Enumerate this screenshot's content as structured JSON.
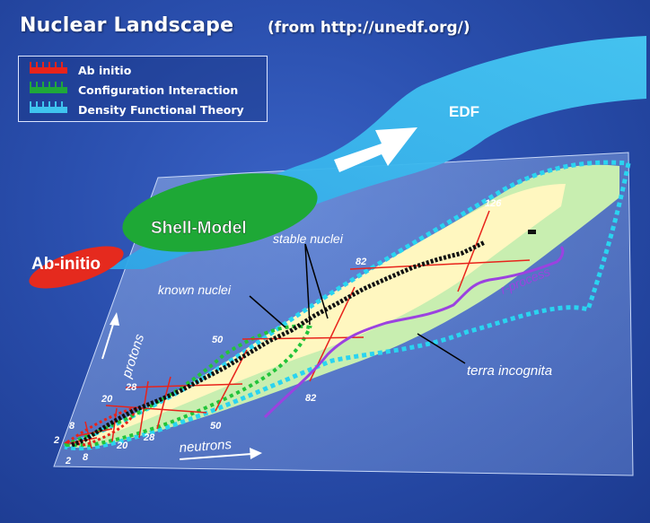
{
  "title": "Nuclear Landscape",
  "subtitle": "(from http://unedf.org/)",
  "legend": [
    {
      "label": "Ab initio",
      "color": "#e8231b"
    },
    {
      "label": "Configuration Interaction",
      "color": "#1fa83a"
    },
    {
      "label": "Density Functional Theory",
      "color": "#3fc4ef"
    }
  ],
  "regions": {
    "edf": "EDF",
    "shell_model": "Shell-Model",
    "ab_initio": "Ab-initio"
  },
  "annotations": {
    "stable_nuclei": "stable nuclei",
    "known_nuclei": "known nuclei",
    "r_process": "r-process",
    "terra_incognita": "terra incognita"
  },
  "axes": {
    "protons": "protons",
    "neutrons": "neutrons"
  },
  "magic_numbers": {
    "proton_2": "2",
    "proton_8": "8",
    "proton_20": "20",
    "proton_28": "28",
    "proton_50": "50",
    "proton_82": "82",
    "neutron_2": "2",
    "neutron_8": "8",
    "neutron_20": "20",
    "neutron_28": "28",
    "neutron_50": "50",
    "neutron_82": "82",
    "neutron_126": "126"
  },
  "colors": {
    "background": "#2a4fae",
    "edf": "#38b8ee",
    "shell_model": "#1ea836",
    "ab_initio": "#e52a1e",
    "stable": "#111111",
    "known": "#fff8c4",
    "drip_line": "#2ad4f0",
    "shell_line": "#e8231b",
    "r_process": "#9b42e0",
    "ci_boundary": "#22c43a"
  }
}
